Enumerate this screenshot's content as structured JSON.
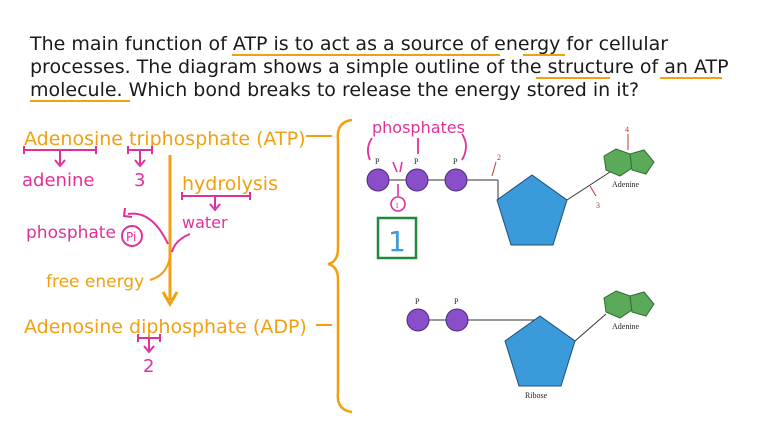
{
  "question": {
    "line1": "The main function of ATP is to act as a source of energy for cellular",
    "line2": "processes. The diagram shows a simple outline of the structure of an ATP",
    "line3": "molecule. Which bond breaks to release the energy stored in it?"
  },
  "notes": {
    "atp_name": "Adenosine triphosphate (ATP)",
    "adenine": "adenine",
    "three": "3",
    "hydrolysis": "hydrolysis",
    "water": "water",
    "phosphate": "phosphate",
    "pi_symbol": "Pi",
    "free_energy": "free energy",
    "adp_name": "Adenosine diphosphate (ADP)",
    "two": "2"
  },
  "diagram": {
    "phosphates_label": "phosphates",
    "atp": {
      "p_labels": [
        "P",
        "P",
        "P"
      ],
      "bond_numbers": [
        "1",
        "2",
        "3",
        "4"
      ],
      "adenine_label": "Adenine"
    },
    "adp": {
      "p_labels": [
        "P",
        "P"
      ],
      "adenine_label": "Adenine",
      "ribose_label": "Ribose"
    },
    "answer": "1"
  },
  "colors": {
    "text": "#1a1a1a",
    "orange": "#f0a010",
    "magenta": "#e0309c",
    "phosphate": "#8a4fc8",
    "ribose": "#3b9ad9",
    "adenine": "#5aaa5a",
    "answer": "#1f8a3a",
    "bond_label": "#c0392b"
  }
}
